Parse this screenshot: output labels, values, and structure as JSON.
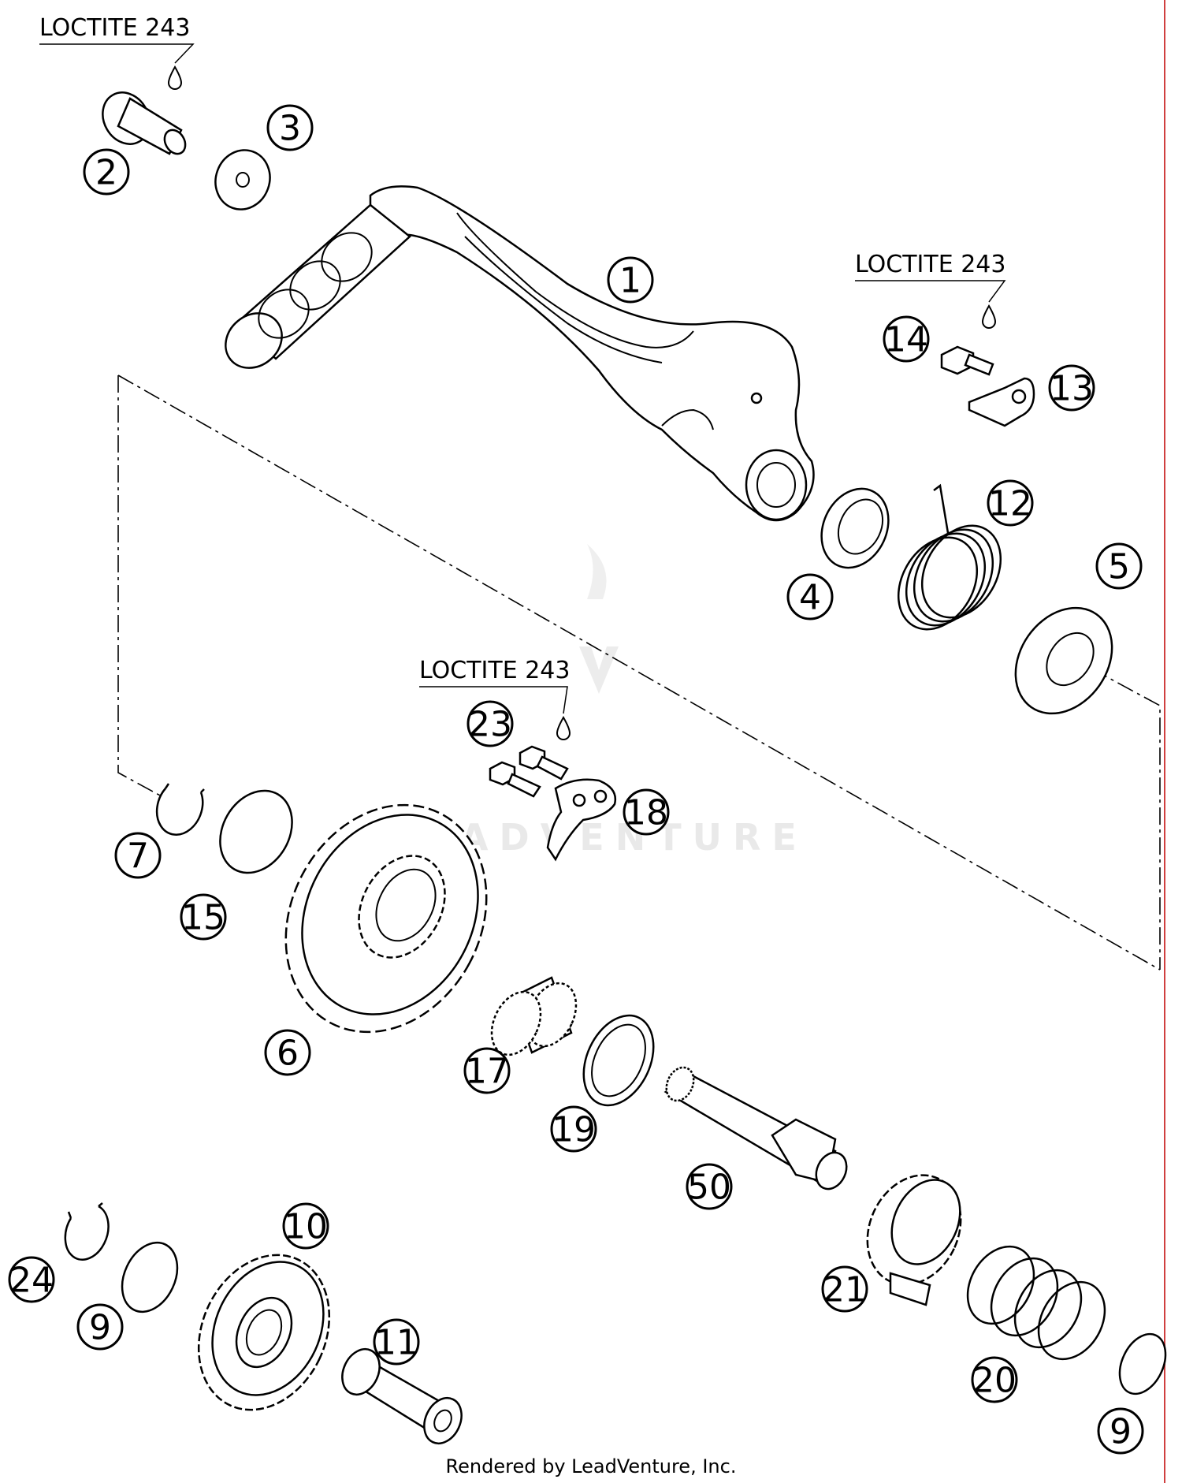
{
  "loctite_labels": [
    "LOCTITE 243",
    "LOCTITE 243",
    "LOCTITE 243"
  ],
  "callouts": [
    "1",
    "2",
    "3",
    "4",
    "5",
    "6",
    "7",
    "9",
    "9",
    "10",
    "11",
    "12",
    "13",
    "14",
    "15",
    "17",
    "18",
    "19",
    "20",
    "21",
    "23",
    "24",
    "50"
  ],
  "watermark": "LEADVENTURE",
  "footer": "Rendered by LeadVenture, Inc."
}
